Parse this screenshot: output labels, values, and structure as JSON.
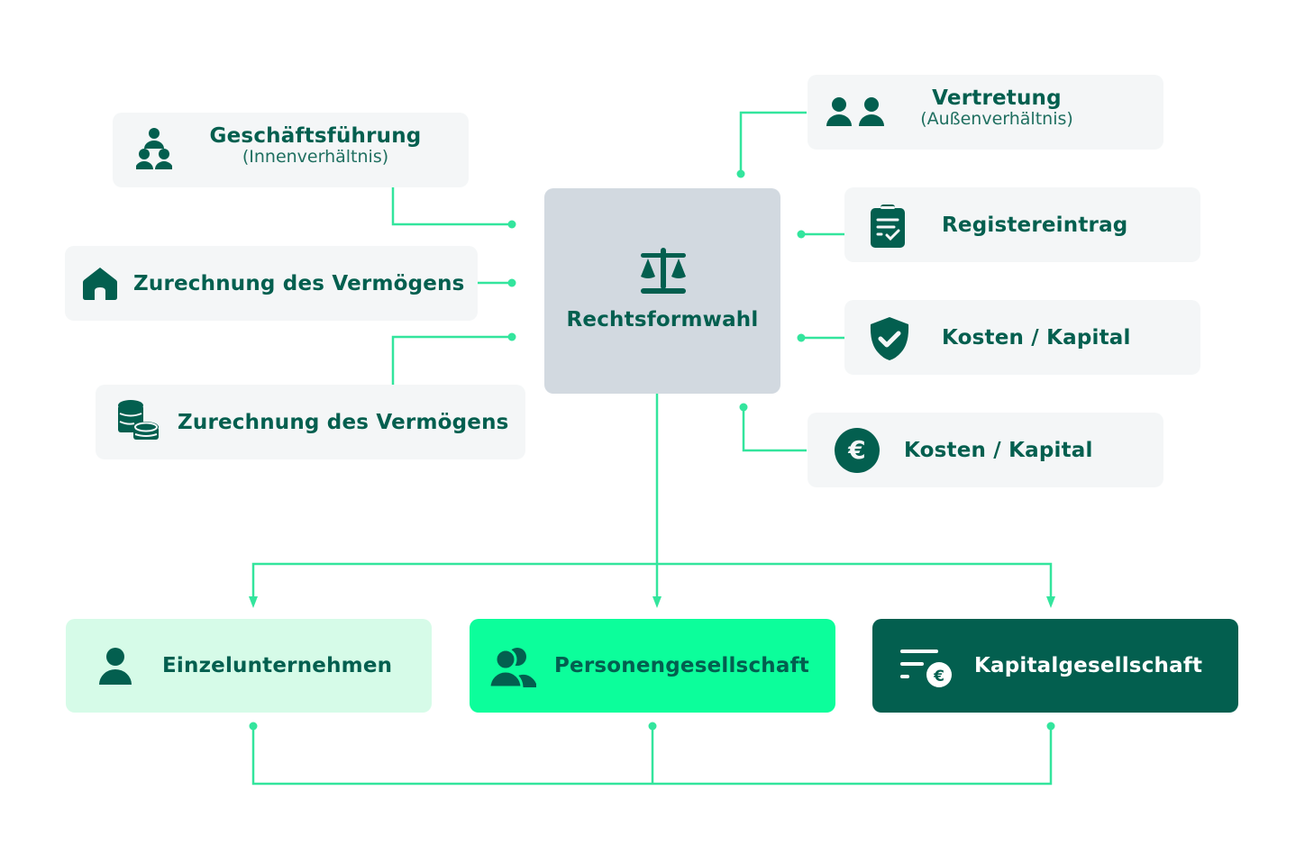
{
  "colors": {
    "primary_dark": "#035f4f",
    "accent_line": "#33e59d",
    "node_bg": "#f4f6f7",
    "center_bg": "#d2d9e0",
    "light_green": "#d6fbe8",
    "bright_green": "#0cfe9b",
    "white": "#ffffff"
  },
  "center": {
    "icon": "scales-icon",
    "label": "Rechtsformwahl"
  },
  "left_nodes": [
    {
      "icon": "people-hierarchy-icon",
      "title": "Geschäftsführung",
      "subtitle": "(Innenverhältnis)"
    },
    {
      "icon": "house-icon",
      "title": "Zurechnung des Vermögens"
    },
    {
      "icon": "coins-icon",
      "title": "Zurechnung des Vermögens"
    }
  ],
  "right_nodes": [
    {
      "icon": "two-people-icon",
      "title": "Vertretung",
      "subtitle": "(Außenverhältnis)"
    },
    {
      "icon": "clipboard-check-icon",
      "title": "Registereintrag"
    },
    {
      "icon": "shield-check-icon",
      "title": "Kosten / Kapital"
    },
    {
      "icon": "euro-coin-icon",
      "title": "Kosten / Kapital"
    }
  ],
  "legal_forms": [
    {
      "icon": "person-icon",
      "label": "Einzelunternehmen"
    },
    {
      "icon": "group-icon",
      "label": "Personengesellschaft"
    },
    {
      "icon": "list-euro-icon",
      "label": "Kapitalgesellschaft"
    }
  ]
}
